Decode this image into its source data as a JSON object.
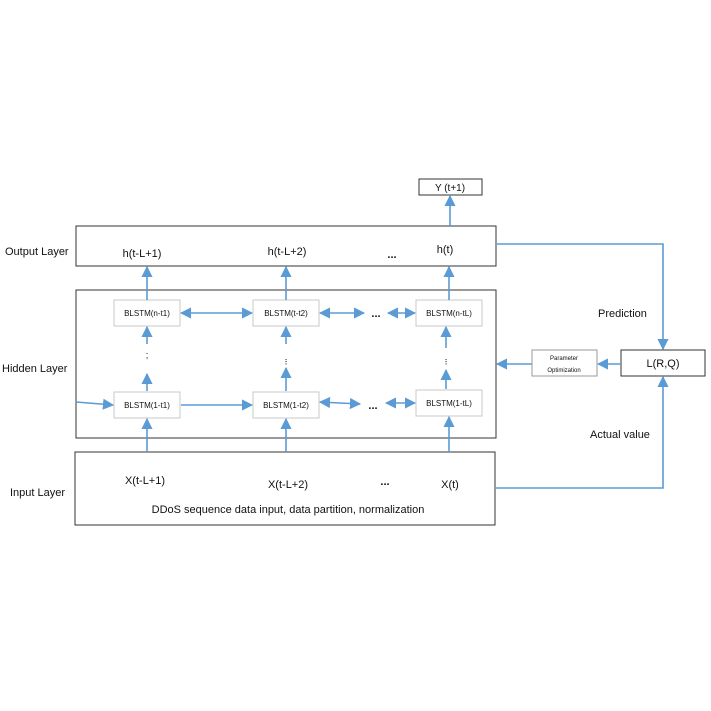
{
  "layers": {
    "output": "Output Layer",
    "hidden": "Hidden Layer",
    "input": "Input Layer"
  },
  "y_output": "Y  (t+1)",
  "output_items": [
    "h(t-L+1)",
    "h(t-L+2)",
    "...",
    "h(t)"
  ],
  "hidden_top_cells": [
    "BLSTM(n-t1)",
    "BLSTM(t-t2)",
    "BLSTM(n-tL)"
  ],
  "hidden_bottom_cells": [
    "BLSTM(1-t1)",
    "BLSTM(1-t2)",
    "BLSTM(1-tL)"
  ],
  "vertical_dots": [
    ";",
    "⁝",
    "⁝"
  ],
  "hidden_ellipsis": "...",
  "input_items": [
    "X(t-L+1)",
    "X(t-L+2)",
    "...",
    "X(t)"
  ],
  "input_caption": "DDoS sequence data input, data partition, normalization",
  "param_opt": [
    "Parameter",
    "Optimization"
  ],
  "loss": "L(R,Q)",
  "prediction": "Prediction",
  "actual_value": "Actual value",
  "colors": {
    "arrow": "#5b9bd5",
    "box_border": "#333333",
    "cell_border": "#c8c8c8"
  }
}
